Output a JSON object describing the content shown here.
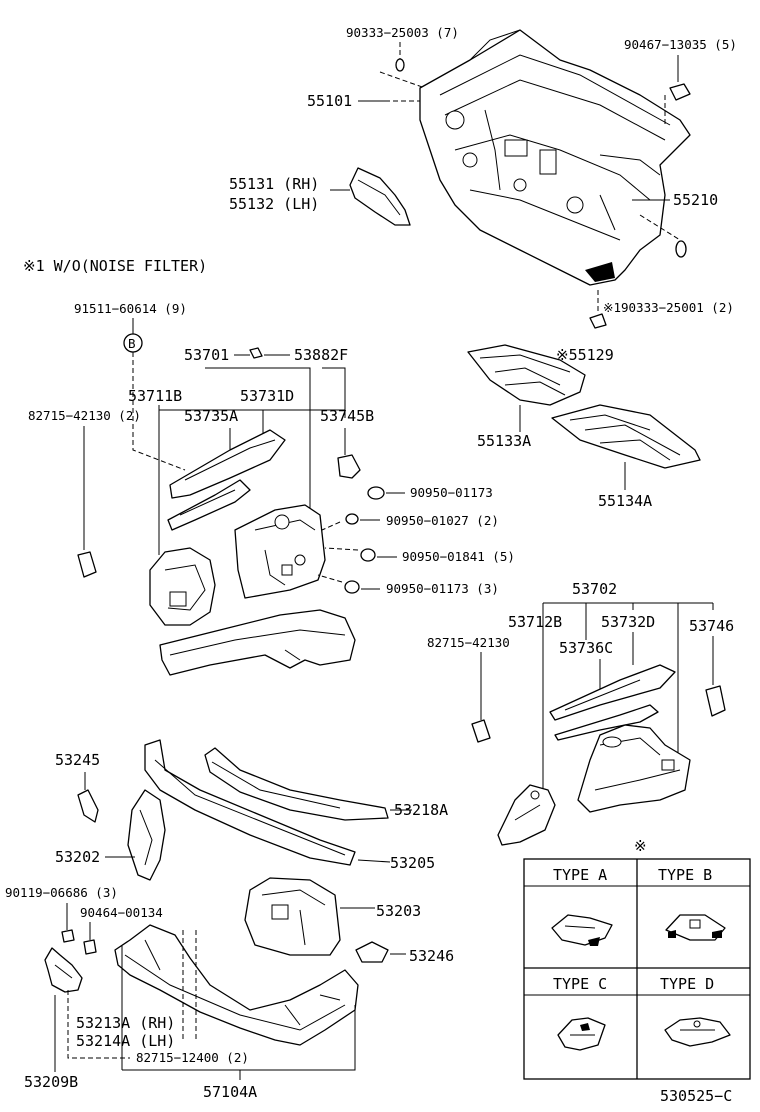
{
  "labels": {
    "p90333_25003": "90333−25003 (7)",
    "p90467_13035": "90467−13035 (5)",
    "p55101": "55101",
    "p55210": "55210",
    "p55131": "55131 (RH)",
    "p55132": "55132 (LH)",
    "note1": "※1 W/O(NOISE FILTER)",
    "p190333": "※190333−25001 (2)",
    "p55129": "※55129",
    "p91511": "91511−60614 (9)",
    "bubbleB": "B",
    "p53701": "53701",
    "p53882F": "53882F",
    "p53711B": "53711B",
    "p53731D": "53731D",
    "p82715_42130_2": "82715−42130 (2)",
    "p53735A": "53735A",
    "p53745B": "53745B",
    "p55133A": "55133A",
    "p55134A": "55134A",
    "p90950_01173": "90950−01173",
    "p90950_01027": "90950−01027 (2)",
    "p90950_01841": "90950−01841 (5)",
    "p90950_01173_3": "90950−01173 (3)",
    "p53702": "53702",
    "p53712B": "5̄3712B",
    "p53732D": "53732D",
    "p82715_42130": "82715−42130",
    "p53736C": "53736C",
    "p53746": "53746",
    "p53245": "5324̄5",
    "p53218A": "53218A",
    "p53202": "53202",
    "p53205": "53205",
    "p90119": "90119−06686 (3)",
    "p90464": "90464−00134",
    "p53203": "53203",
    "p53246": "53246",
    "p53213A": "53213A (RH)",
    "p53214A": "53214A (LH)",
    "p82715_12400": "82715−12400 (2)",
    "p53209B": "53209B",
    "p57104A": "57104A",
    "diagram_code": "530525−C"
  },
  "type_table": {
    "marker": "※",
    "cells": [
      "TYPE A",
      "TYPE B",
      "TYPE C",
      "TYPE D"
    ]
  }
}
